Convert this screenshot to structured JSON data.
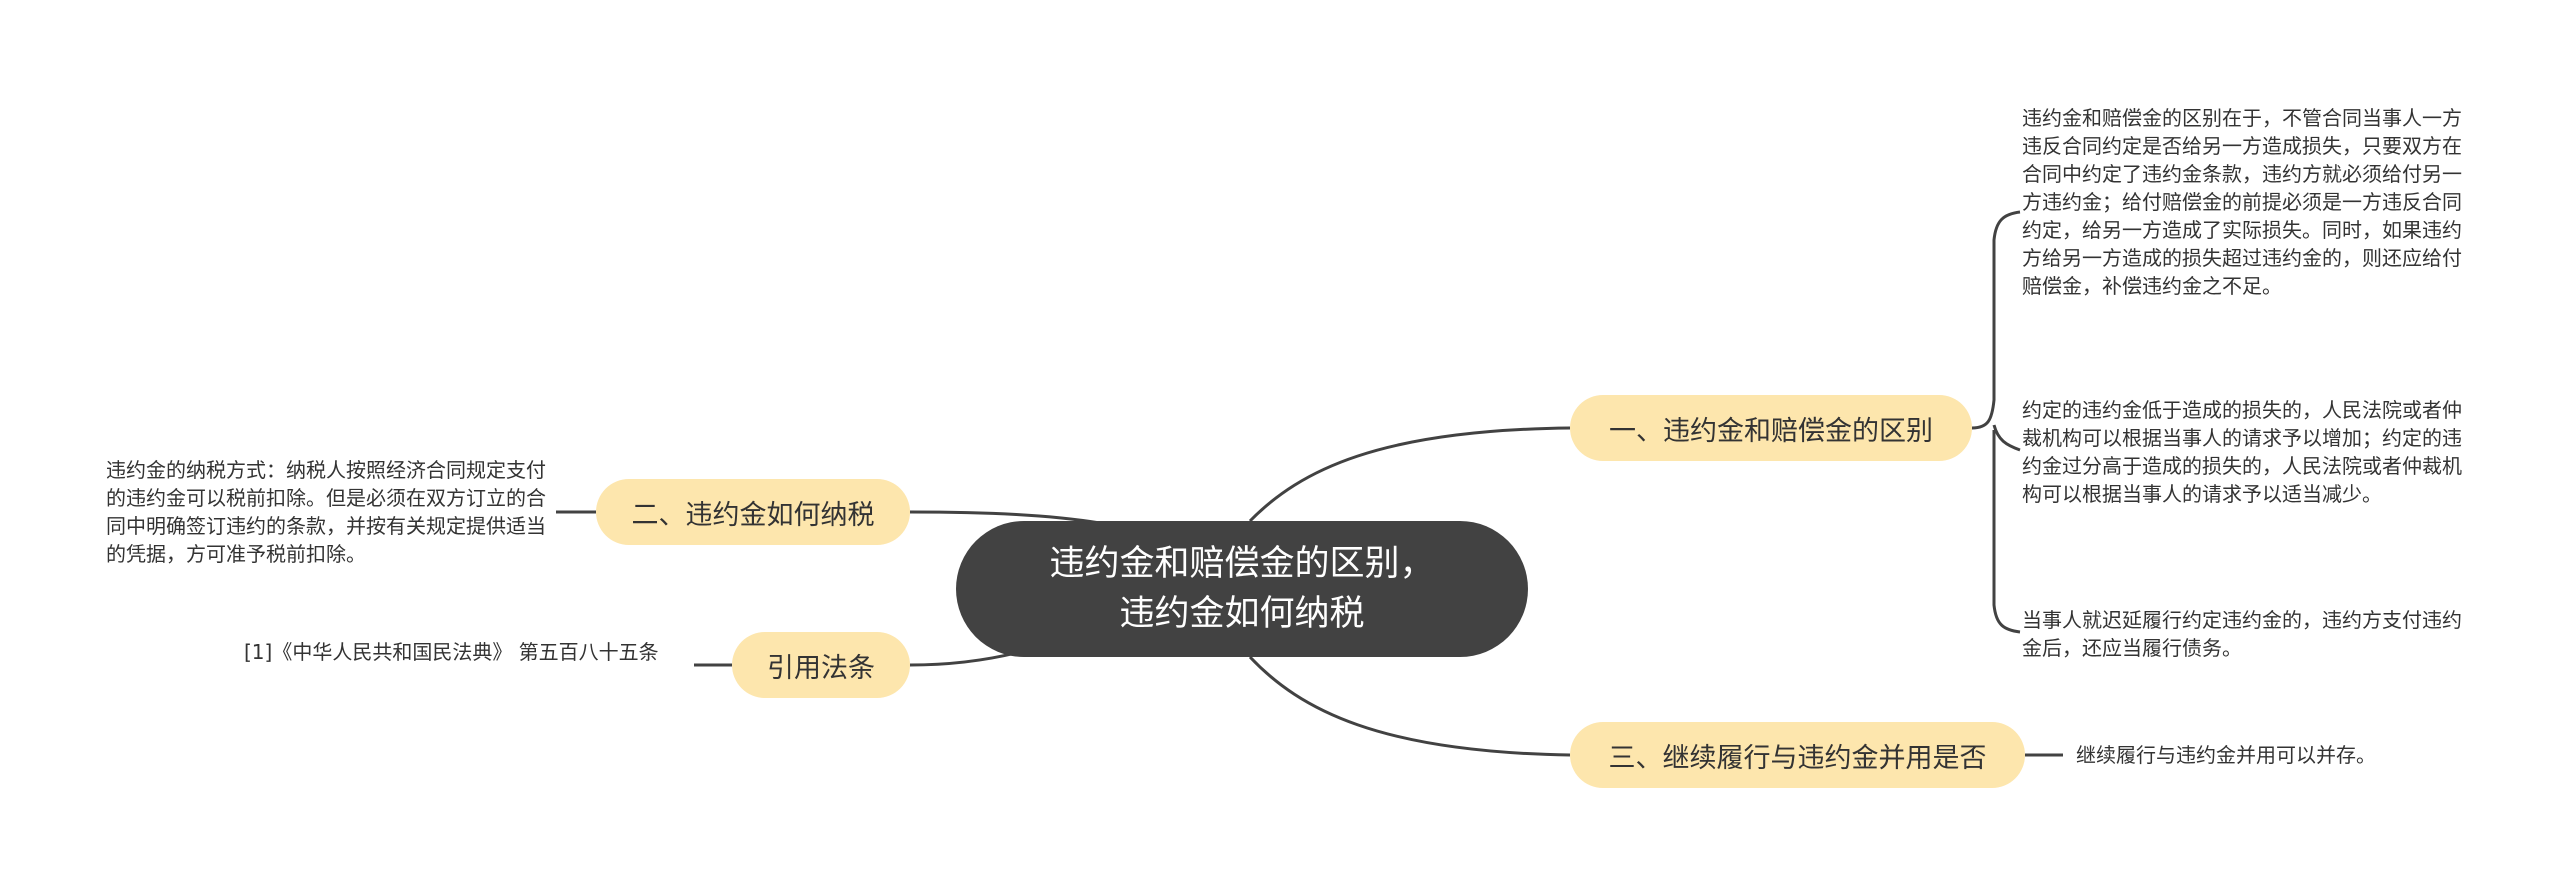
{
  "root": {
    "line1": "违约金和赔偿金的区别，",
    "line2": "违约金如何纳税"
  },
  "branches": {
    "b1": {
      "label": "一、违约金和赔偿金的区别",
      "details": [
        "违约金和赔偿金的区别在于，不管合同当事人一方违反合同约定是否给另一方造成损失，只要双方在合同中约定了违约金条款，违约方就必须给付另一方违约金；给付赔偿金的前提必须是一方违反合同约定，给另一方造成了实际损失。同时，如果违约方给另一方造成的损失超过违约金的，则还应给付赔偿金，补偿违约金之不足。",
        "约定的违约金低于造成的损失的，人民法院或者仲裁机构可以根据当事人的请求予以增加；约定的违约金过分高于造成的损失的，人民法院或者仲裁机构可以根据当事人的请求予以适当减少。",
        "当事人就迟延履行约定违约金的，违约方支付违约金后，还应当履行债务。"
      ]
    },
    "b2": {
      "label": "二、违约金如何纳税",
      "detail": "违约金的纳税方式：纳税人按照经济合同规定支付的违约金可以税前扣除。但是必须在双方订立的合同中明确签订违约的条款，并按有关规定提供适当的凭据，方可准予税前扣除。"
    },
    "b3": {
      "label": "三、继续履行与违约金并用是否",
      "detail": "继续履行与违约金并用可以并存。"
    },
    "b4": {
      "label": "引用法条",
      "detail": "[1]《中华人民共和国民法典》 第五百八十五条"
    }
  },
  "colors": {
    "root_fill": "#424242",
    "branch_fill": "#fde6ad",
    "line": "#424242",
    "text": "#333333"
  }
}
